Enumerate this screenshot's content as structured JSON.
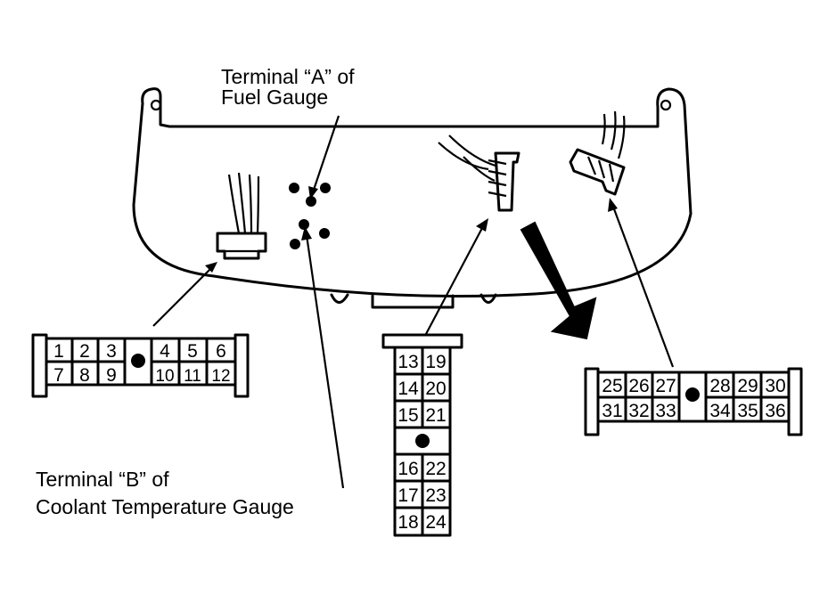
{
  "labels": {
    "terminal_a_line1": "Terminal “A” of",
    "terminal_a_line2": "Fuel Gauge",
    "terminal_b_line1": "Terminal “B” of",
    "terminal_b_line2": "Coolant Temperature Gauge"
  },
  "connector_left": {
    "top_row": [
      "1",
      "2",
      "3",
      "4",
      "5",
      "6"
    ],
    "bottom_row": [
      "7",
      "8",
      "9",
      "10",
      "11",
      "12"
    ]
  },
  "connector_middle": {
    "left_column": [
      "13",
      "14",
      "15",
      "16",
      "17",
      "18"
    ],
    "right_column": [
      "19",
      "20",
      "21",
      "22",
      "23",
      "24"
    ]
  },
  "connector_right": {
    "top_row": [
      "25",
      "26",
      "27",
      "28",
      "29",
      "30"
    ],
    "bottom_row": [
      "31",
      "32",
      "33",
      "34",
      "35",
      "36"
    ]
  }
}
